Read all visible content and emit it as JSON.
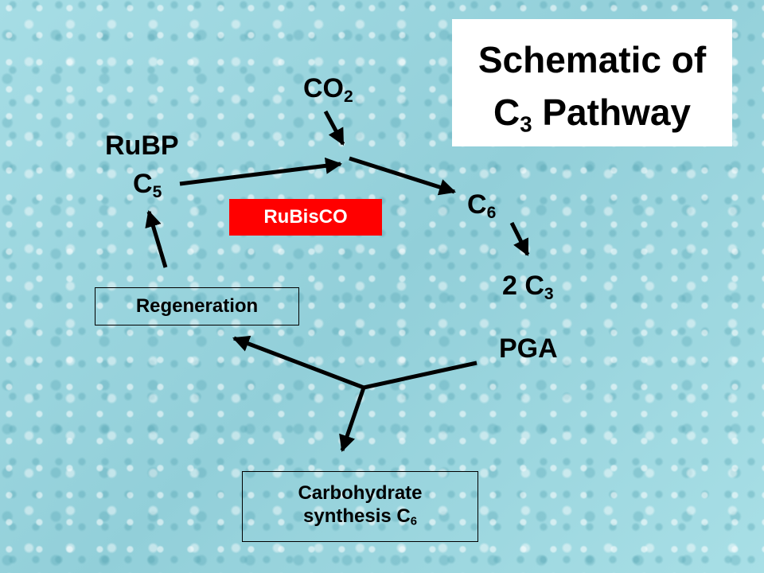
{
  "title": {
    "line1": "Schematic of",
    "line2_prefix": "C",
    "line2_sub": "3",
    "line2_suffix": " Pathway"
  },
  "nodes": {
    "co2": {
      "main": "CO",
      "sub": "2"
    },
    "rubp": {
      "name": "RuBP",
      "carbon": "C",
      "carbon_sub": "5"
    },
    "c6": {
      "main": "C",
      "sub": "6"
    },
    "two_c3": {
      "main": "2 C",
      "sub": "3"
    },
    "pga": "PGA"
  },
  "enzyme": "RuBisCO",
  "regeneration": "Regeneration",
  "carbohydrate": {
    "line1": "Carbohydrate",
    "line2": "synthesis C",
    "line2_sub": "6"
  },
  "colors": {
    "background": "#9fd8e0",
    "enzyme_fill": "#ff0000",
    "enzyme_text": "#ffffff",
    "arrow": "#000000",
    "title_box": "#ffffff"
  }
}
